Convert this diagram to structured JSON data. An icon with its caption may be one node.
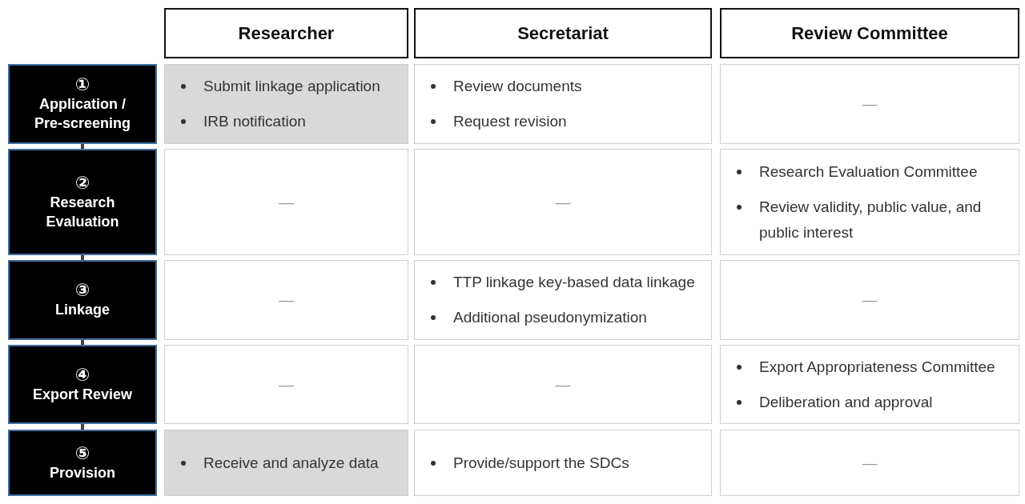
{
  "diagram": {
    "nodes": [
      {
        "text": [
          "Researcher"
        ]
      },
      {
        "text": [
          "Secretariat"
        ]
      },
      {
        "text": [
          "Review Committee"
        ]
      },
      {
        "text": [
          "①",
          "Application / Pre-screening"
        ]
      },
      {
        "text": [
          "Submit linkage application",
          "IRB notification"
        ]
      },
      {
        "text": [
          "Review documents",
          "Request revision"
        ]
      },
      {
        "text": [
          "—"
        ]
      },
      {
        "text": [
          "②",
          "Research Evaluation"
        ]
      },
      {
        "text": [
          "—"
        ]
      },
      {
        "text": [
          "—"
        ]
      },
      {
        "text": [
          "Research Evaluation Committee",
          "Review validity, public value, and public interest"
        ]
      },
      {
        "text": [
          "③",
          "Linkage"
        ]
      },
      {
        "text": [
          "—"
        ]
      },
      {
        "text": [
          "TTP linkage key-based data linkage",
          "Additional pseudonymization"
        ]
      },
      {
        "text": [
          "—"
        ]
      },
      {
        "text": [
          "④",
          "Export Review"
        ]
      },
      {
        "text": [
          "—"
        ]
      },
      {
        "text": [
          "—"
        ]
      },
      {
        "text": [
          "Export Appropriateness Committee",
          "Deliberation and approval"
        ]
      },
      {
        "text": [
          "⑤",
          "Provision"
        ]
      },
      {
        "text": [
          "Receive and analyze data"
        ]
      },
      {
        "text": [
          "Provide/support the SDCs"
        ]
      },
      {
        "text": [
          "—"
        ]
      }
    ],
    "edges": [
      {
        "from": 3,
        "to": 7,
        "arrow": "none"
      },
      {
        "from": 7,
        "to": 11,
        "arrow": "none"
      },
      {
        "from": 11,
        "to": 15,
        "arrow": "none"
      },
      {
        "from": 15,
        "to": 19,
        "arrow": "none"
      }
    ]
  }
}
